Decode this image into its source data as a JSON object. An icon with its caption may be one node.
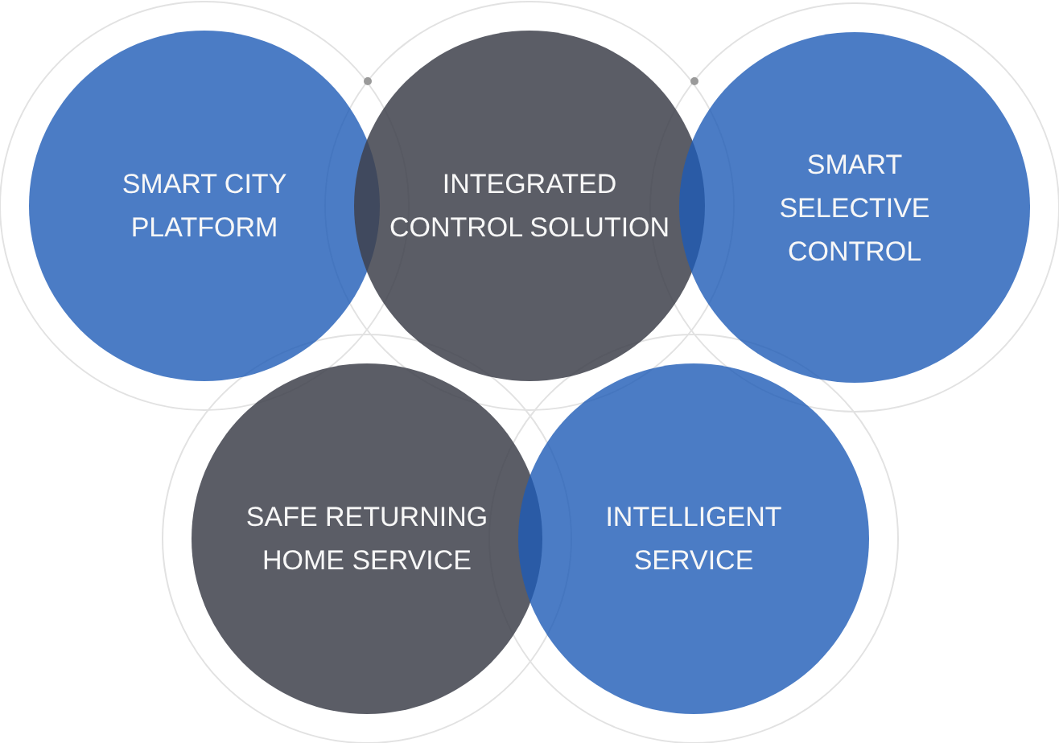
{
  "diagram": {
    "nodes": [
      {
        "text": [
          "SMART CITY PLATFORM"
        ]
      },
      {
        "text": [
          "INTEGRATED CONTROL SOLUTION"
        ]
      },
      {
        "text": [
          "SMART SELECTIVE CONTROL"
        ]
      },
      {
        "text": [
          "SAFE RETURNING HOME SERVICE"
        ]
      },
      {
        "text": [
          "INTELLIGENT SERVICE"
        ]
      }
    ]
  }
}
